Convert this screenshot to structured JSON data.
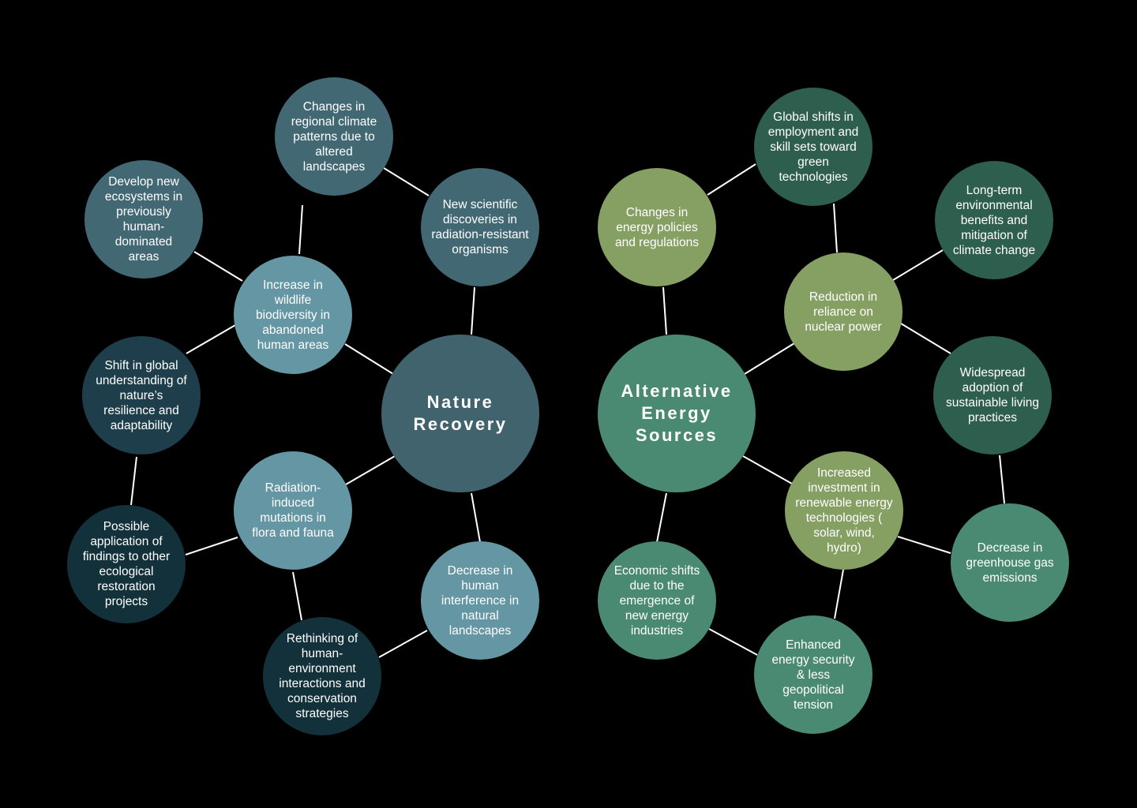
{
  "diagram": {
    "left": {
      "hub": "Nature\nRecovery",
      "n1": "Changes in\nregional climate\npatterns due to\naltered\nlandscapes",
      "n2": "New scientific\ndiscoveries in\nradiation-resistant\norganisms",
      "n3": "Develop new\necosystems in\npreviously\nhuman-\ndominated\nareas",
      "n4": "Increase in\nwildlife\nbiodiversity in\nabandoned\nhuman areas",
      "n5": "Shift in global\nunderstanding of\nnature’s\nresilience and\nadaptability",
      "n6": "Radiation-\ninduced\nmutations in\nflora and fauna",
      "n7": "Possible\napplication of\nfindings to other\necological\nrestoration\nprojects",
      "n8": "Decrease in\nhuman\ninterference in\nnatural\nlandscapes",
      "n9": "Rethinking of\nhuman-\nenvironment\ninteractions and\nconservation\nstrategies"
    },
    "right": {
      "hub": "Alternative\nEnergy\nSources",
      "n1": "Global shifts in\nemployment and\nskill sets toward\ngreen\ntechnologies",
      "n2": "Changes in\nenergy policies\nand regulations",
      "n3": "Long-term\nenvironmental\nbenefits and\nmitigation of\nclimate change",
      "n4": "Reduction in\nreliance on\nnuclear power",
      "n5": "Widespread\nadoption of\nsustainable living\npractices",
      "n6": "Increased\ninvestment in\nrenewable energy\ntechnologies (\nsolar, wind,\nhydro)",
      "n7": "Decrease in\ngreenhouse gas\nemissions",
      "n8": "Economic shifts\ndue to the\nemergence of\nnew energy\nindustries",
      "n9": "Enhanced\nenergy security\n& less\ngeopolitical\ntension"
    },
    "colors": {
      "background": "#000000",
      "link": "#ffffff",
      "left_hub": "#41636d",
      "left_mid": "#426874",
      "left_light": "#6596a4",
      "left_dark": "#1d3e4a",
      "left_darker": "#13313b",
      "right_hub": "#4a8a72",
      "right_olive": "#86a064",
      "right_dark": "#2e5e4d",
      "right_med": "#4a8a72"
    }
  }
}
